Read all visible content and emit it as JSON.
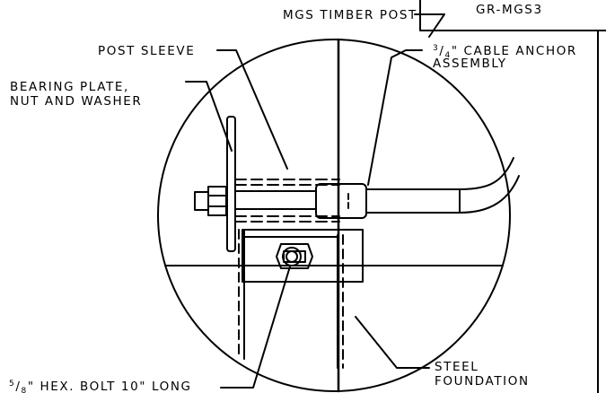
{
  "title_block": {
    "drawing_id": "GR-MGS3"
  },
  "callouts": {
    "timber_post": "MGS TIMBER POST",
    "post_sleeve": "POST SLEEVE",
    "bearing_plate_1": "BEARING PLATE,",
    "bearing_plate_2": "NUT AND WASHER",
    "cable_anchor_frac_num": "3",
    "cable_anchor_frac_den": "4",
    "cable_anchor_1": "\" CABLE ANCHOR",
    "cable_anchor_2": "ASSEMBLY",
    "hex_bolt_frac_num": "5",
    "hex_bolt_frac_den": "8",
    "hex_bolt": "\" HEX. BOLT 10\" LONG",
    "steel_foundation_1": "STEEL",
    "steel_foundation_2": "FOUNDATION"
  }
}
